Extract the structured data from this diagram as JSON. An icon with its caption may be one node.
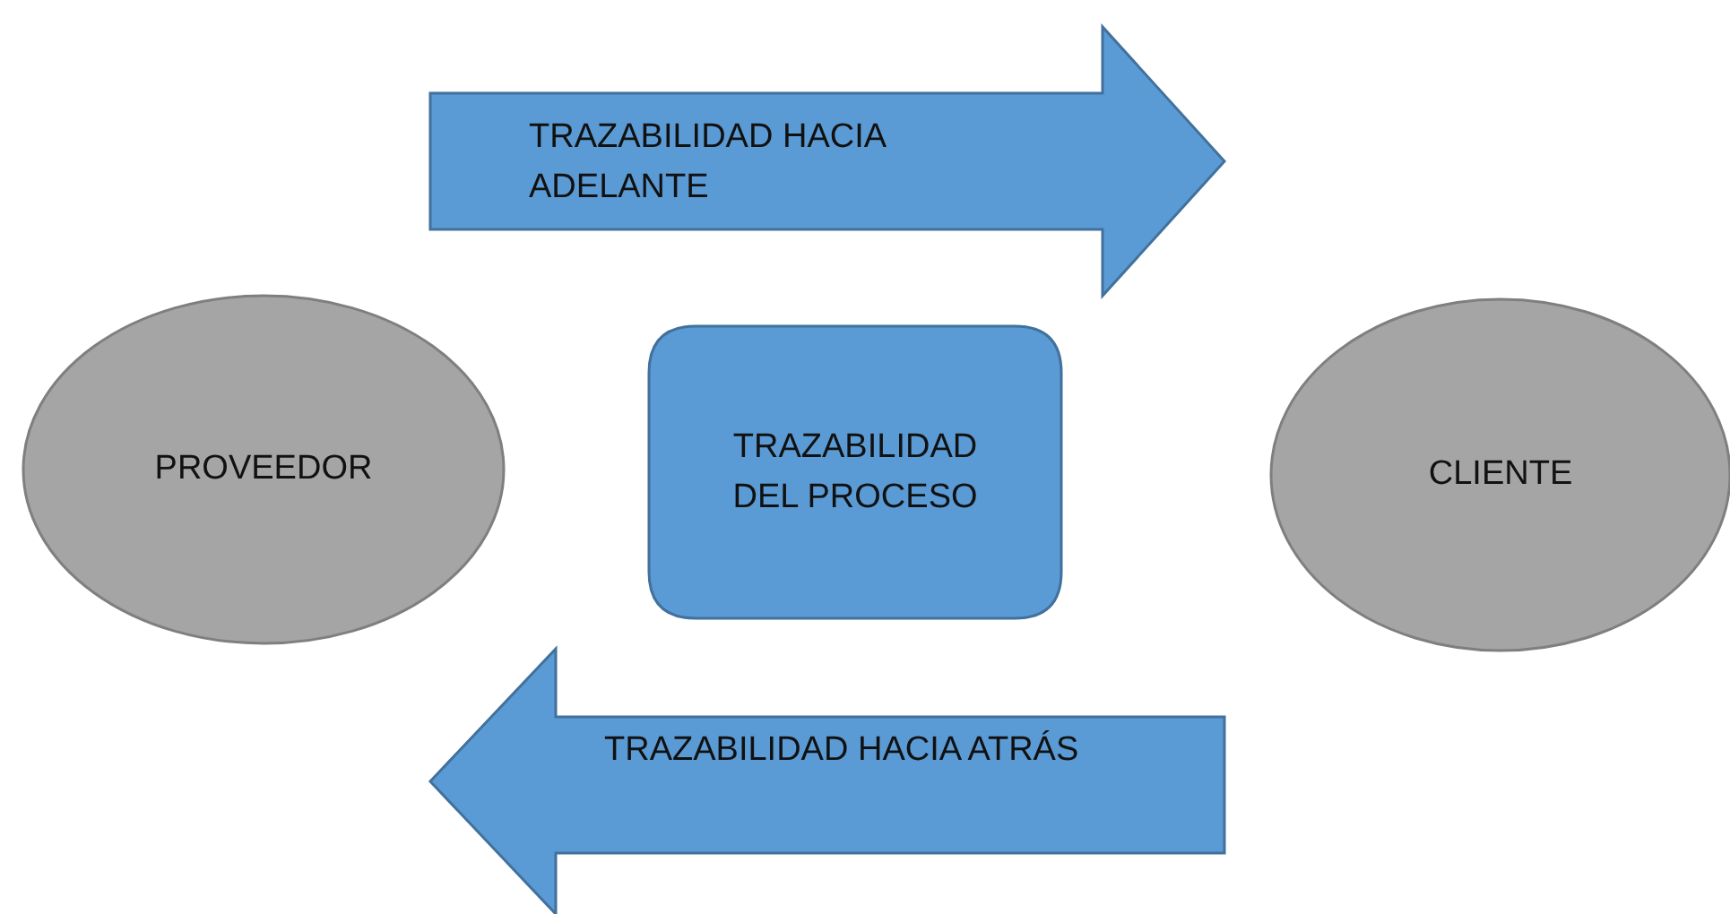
{
  "diagram": {
    "nodes": [
      {
        "text": [
          "TRAZABILIDAD HACIA ADELANTE"
        ]
      },
      {
        "text": [
          "PROVEEDOR"
        ]
      },
      {
        "text": [
          "TRAZABILIDAD DEL PROCESO"
        ]
      },
      {
        "text": [
          "CLIENTE"
        ]
      },
      {
        "text": [
          "TRAZABILIDAD HACIA ATRÁS"
        ]
      }
    ]
  }
}
